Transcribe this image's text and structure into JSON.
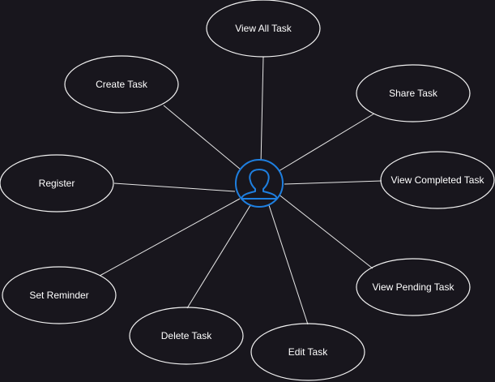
{
  "diagram": {
    "actor": {
      "icon": "user-icon",
      "color": "#1e7fe0"
    },
    "use_cases": [
      {
        "id": "view-all-task",
        "label": "View All Task"
      },
      {
        "id": "create-task",
        "label": "Create Task"
      },
      {
        "id": "share-task",
        "label": "Share Task"
      },
      {
        "id": "register",
        "label": "Register"
      },
      {
        "id": "view-completed-task",
        "label": "View Completed Task"
      },
      {
        "id": "set-reminder",
        "label": "Set Reminder"
      },
      {
        "id": "view-pending-task",
        "label": "View Pending Task"
      },
      {
        "id": "delete-task",
        "label": "Delete Task"
      },
      {
        "id": "edit-task",
        "label": "Edit Task"
      }
    ],
    "colors": {
      "background": "#18161d",
      "line": "#e6e6e6",
      "text": "#ffffff"
    }
  }
}
